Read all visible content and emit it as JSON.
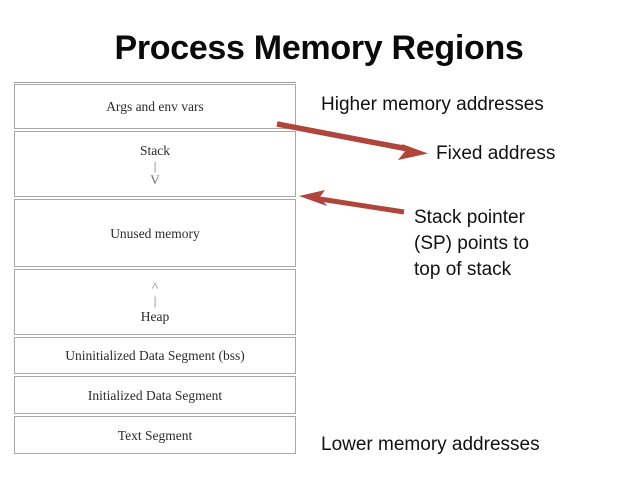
{
  "slide": {
    "title": "Process Memory Regions",
    "background_color": "#ffffff",
    "title_color": "#0a0a0a",
    "arrow_color": "#b0453c",
    "box_border_color": "#a8a8a8"
  },
  "memory_diagram": {
    "name": "process-memory-layout",
    "order": "high-address-top-to-low-address-bottom",
    "regions": [
      {
        "id": "args",
        "label": "Args and env vars",
        "grow_glyphs": []
      },
      {
        "id": "stack",
        "label": "Stack",
        "grow_glyphs": [
          "|",
          "V"
        ],
        "growth": "downward"
      },
      {
        "id": "unused",
        "label": "Unused memory",
        "grow_glyphs": []
      },
      {
        "id": "heap",
        "label": "Heap",
        "grow_glyphs": [
          "^",
          "|"
        ],
        "growth": "upward"
      },
      {
        "id": "bss",
        "label": "Uninitialized Data Segment (bss)",
        "grow_glyphs": []
      },
      {
        "id": "data",
        "label": "Initialized Data Segment",
        "grow_glyphs": []
      },
      {
        "id": "text",
        "label": "Text Segment",
        "grow_glyphs": []
      }
    ]
  },
  "annotations": {
    "higher_memory": "Higher memory addresses",
    "fixed_address": "Fixed address",
    "stack_pointer_line1": "Stack pointer",
    "stack_pointer_line2": "(SP) points to",
    "stack_pointer_line3": "top of stack",
    "lower_memory": "Lower memory addresses"
  },
  "arrows": [
    {
      "id": "fixed-address-arrow",
      "points_to": "boundary between Args and env vars and Stack",
      "direction": "right-down",
      "color": "#b0453c"
    },
    {
      "id": "stack-pointer-arrow",
      "points_to": "boundary between Stack and Unused memory",
      "direction": "left",
      "color": "#b0453c"
    }
  ]
}
